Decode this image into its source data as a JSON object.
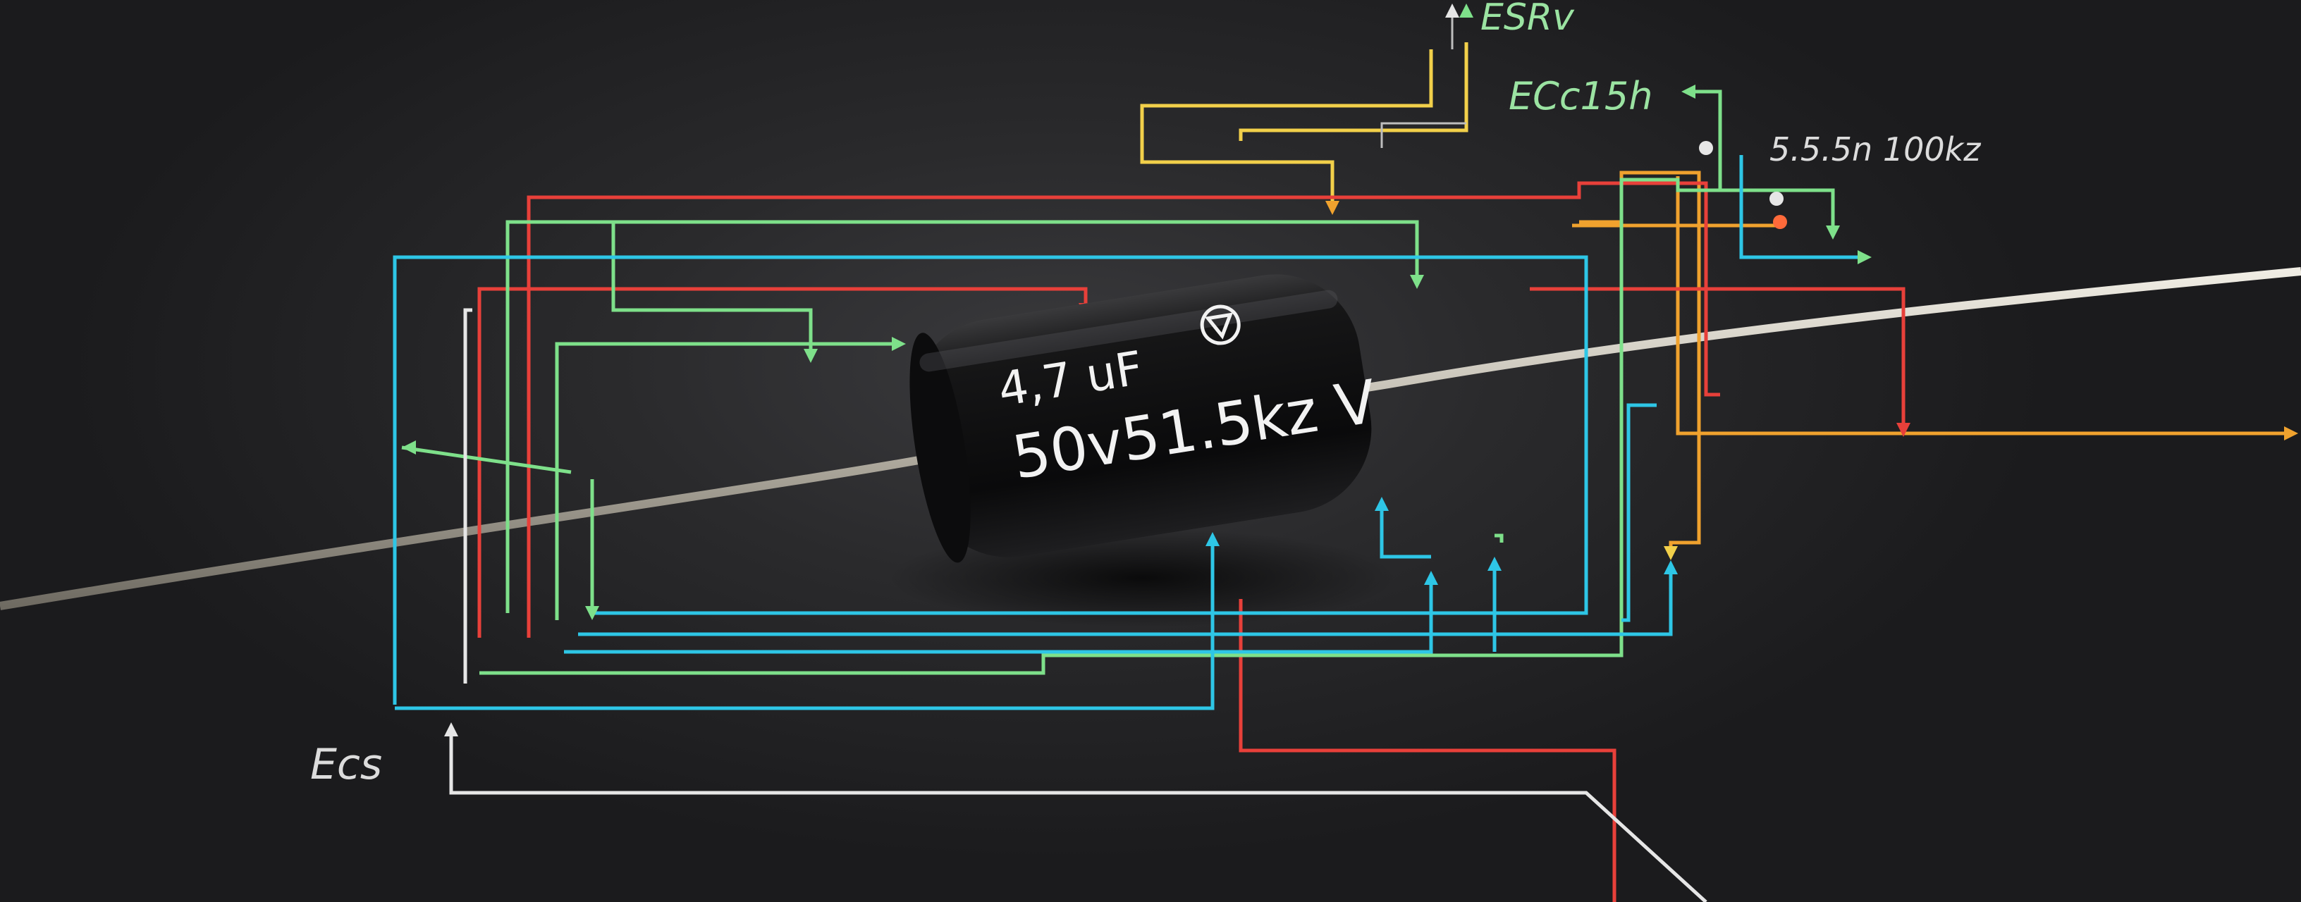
{
  "capacitor": {
    "line1": "4,7 uF",
    "line2": "50v51.5kz V"
  },
  "labels": {
    "esr": "ESRv",
    "ecc": "ECc15h",
    "freq": "5.5.5n 100kz",
    "ecs": "Ecs"
  },
  "colors": {
    "red": "#e8403a",
    "green": "#7ee08a",
    "cyan": "#2ec6e6",
    "yellow": "#f2d04a",
    "orange": "#f0a22e",
    "white": "#e6e6e6"
  }
}
